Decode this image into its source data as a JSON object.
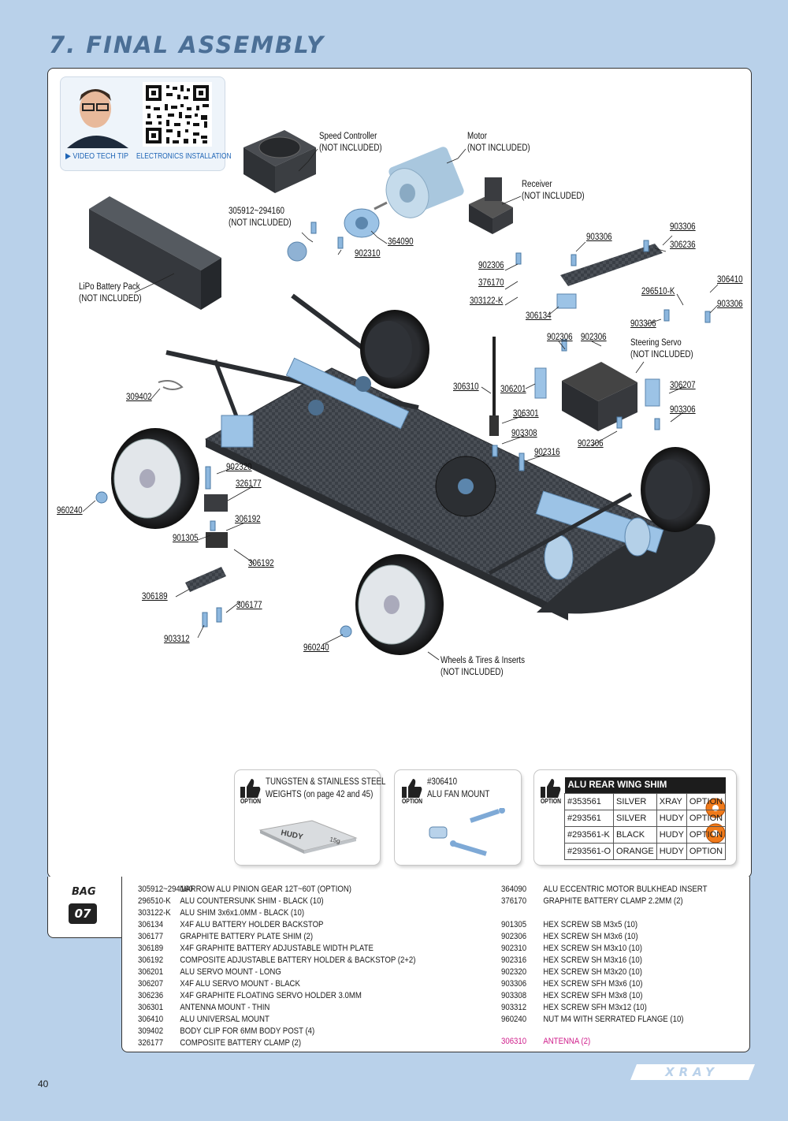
{
  "page": {
    "title": "7. FINAL ASSEMBLY",
    "number": "40",
    "brand": "XRAY"
  },
  "video": {
    "tip_label": "VIDEO TECH TIP",
    "topic": "ELECTRONICS INSTALLATION"
  },
  "labels": {
    "speed_controller": "Speed Controller",
    "speed_controller_note": "(NOT INCLUDED)",
    "motor": "Motor",
    "motor_note": "(NOT INCLUDED)",
    "receiver": "Receiver",
    "receiver_note": "(NOT INCLUDED)",
    "battery": "LiPo Battery Pack",
    "battery_note": "(NOT INCLUDED)",
    "steering_servo": "Steering Servo",
    "steering_servo_note": "(NOT INCLUDED)",
    "wheels": "Wheels & Tires & Inserts",
    "wheels_note": "(NOT INCLUDED)",
    "pinion": "305912~294160",
    "pinion_note": "(NOT INCLUDED)",
    "p364090": "364090",
    "p902310": "902310",
    "p903306a": "903306",
    "p903306b": "903306",
    "p306236": "306236",
    "p902306a": "902306",
    "p376170": "376170",
    "p303122": "303122-K",
    "p306134": "306134",
    "p296510": "296510-K",
    "p306410": "306410",
    "p903306c": "903306",
    "p903306d": "903306",
    "p902306b": "902306",
    "p902306c": "902306",
    "p306310": "306310",
    "p306201": "306201",
    "p306207": "306207",
    "p903306e": "903306",
    "p306301": "306301",
    "p903308": "903308",
    "p902316": "902316",
    "p902306d": "902306",
    "p309402": "309402",
    "p902320": "902320",
    "p326177": "326177",
    "p960240a": "960240",
    "p306192a": "306192",
    "p901305": "901305",
    "p306192b": "306192",
    "p306189": "306189",
    "p306177": "306177",
    "p903312": "903312",
    "p960240b": "960240"
  },
  "options": {
    "tag": "OPTION",
    "weights_line1": "TUNGSTEN & STAINLESS STEEL",
    "weights_line2": "WEIGHTS (on page 42 and 45)",
    "weights_plate": "HUDY",
    "weights_mass": "15g",
    "fan_line1": "#306410",
    "fan_line2": "ALU FAN MOUNT",
    "shim_title": "ALU REAR WING SHIM",
    "shim_rows": [
      [
        "#353561",
        "SILVER",
        "XRAY",
        "OPTION"
      ],
      [
        "#293561",
        "SILVER",
        "HUDY",
        "OPTION"
      ],
      [
        "#293561-K",
        "BLACK",
        "HUDY",
        "OPTION"
      ],
      [
        "#293561-O",
        "ORANGE",
        "HUDY",
        "OPTION"
      ]
    ]
  },
  "bag": {
    "label": "BAG",
    "number": "07"
  },
  "parts_left": [
    [
      "305912~294160",
      "NARROW ALU PINION GEAR 12T~60T (OPTION)"
    ],
    [
      "296510-K",
      "ALU COUNTERSUNK SHIM - BLACK (10)"
    ],
    [
      "303122-K",
      "ALU SHIM 3x6x1.0MM - BLACK (10)"
    ],
    [
      "306134",
      "X4F ALU BATTERY HOLDER BACKSTOP"
    ],
    [
      "306177",
      "GRAPHITE BATTERY PLATE SHIM (2)"
    ],
    [
      "306189",
      "X4F GRAPHITE BATTERY ADJUSTABLE WIDTH PLATE"
    ],
    [
      "306192",
      "COMPOSITE ADJUSTABLE BATTERY HOLDER & BACKSTOP (2+2)"
    ],
    [
      "306201",
      "ALU SERVO MOUNT - LONG"
    ],
    [
      "306207",
      "X4F ALU SERVO MOUNT - BLACK"
    ],
    [
      "306236",
      "X4F GRAPHITE FLOATING SERVO HOLDER 3.0MM"
    ],
    [
      "306301",
      "ANTENNA MOUNT - THIN"
    ],
    [
      "306410",
      "ALU UNIVERSAL MOUNT"
    ],
    [
      "309402",
      "BODY CLIP FOR 6MM BODY POST (4)"
    ],
    [
      "326177",
      "COMPOSITE BATTERY CLAMP (2)"
    ]
  ],
  "parts_right_top": [
    [
      "364090",
      "ALU ECCENTRIC MOTOR BULKHEAD INSERT"
    ],
    [
      "376170",
      "GRAPHITE BATTERY CLAMP 2.2MM (2)"
    ]
  ],
  "parts_right": [
    [
      "901305",
      "HEX SCREW SB M3x5  (10)"
    ],
    [
      "902306",
      "HEX SCREW SH M3x6  (10)"
    ],
    [
      "902310",
      "HEX SCREW SH M3x10  (10)"
    ],
    [
      "902316",
      "HEX SCREW SH M3x16  (10)"
    ],
    [
      "902320",
      "HEX SCREW SH M3x20  (10)"
    ],
    [
      "903306",
      "HEX SCREW SFH M3x6  (10)"
    ],
    [
      "903308",
      "HEX SCREW SFH M3x8  (10)"
    ],
    [
      "903312",
      "HEX SCREW SFH M3x12  (10)"
    ],
    [
      "960240",
      "NUT M4 WITH SERRATED FLANGE  (10)"
    ]
  ],
  "parts_highlight": [
    "306310",
    "ANTENNA (2)"
  ],
  "colors": {
    "page_bg": "#b9d1ea",
    "title": "#4b6f96",
    "highlight": "#d0208c",
    "link": "#1f65b6",
    "part_blue": "#9cc3e6"
  }
}
